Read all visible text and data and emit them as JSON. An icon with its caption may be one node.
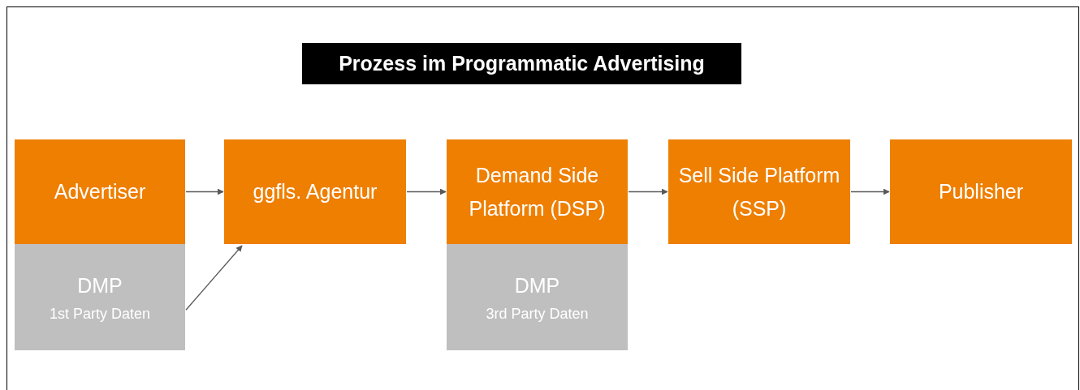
{
  "diagram": {
    "title": "Prozess im Programmatic Advertising",
    "nodes": [
      {
        "text": [
          "Advertiser"
        ]
      },
      {
        "text": [
          "DMP",
          "1st Party Daten"
        ]
      },
      {
        "text": [
          "ggfls. Agentur"
        ]
      },
      {
        "text": [
          "Demand Side Platform (DSP)"
        ]
      },
      {
        "text": [
          "DMP",
          "3rd Party Daten"
        ]
      },
      {
        "text": [
          "Sell Side Platform (SSP)"
        ]
      },
      {
        "text": [
          "Publisher"
        ]
      }
    ],
    "edges": [
      {
        "from": 0,
        "to": 2,
        "arrow": "to"
      },
      {
        "from": 1,
        "to": 2,
        "arrow": "to"
      },
      {
        "from": 2,
        "to": 3,
        "arrow": "to"
      },
      {
        "from": 3,
        "to": 5,
        "arrow": "to"
      },
      {
        "from": 5,
        "to": 6,
        "arrow": "to"
      }
    ]
  }
}
